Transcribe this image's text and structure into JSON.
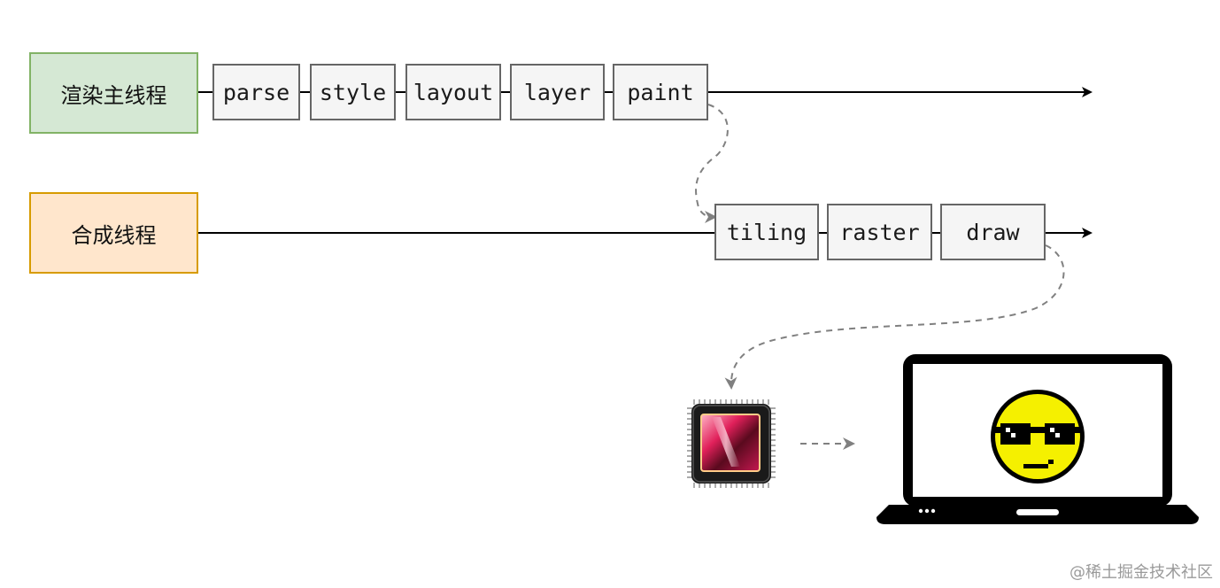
{
  "threads": {
    "main": "渲染主线程",
    "compositor": "合成线程"
  },
  "main_steps": [
    "parse",
    "style",
    "layout",
    "layer",
    "paint"
  ],
  "compositor_steps": [
    "tiling",
    "raster",
    "draw"
  ],
  "icons": {
    "gpu": "gpu-chip-icon",
    "screen": "laptop-smiley-icon"
  },
  "colors": {
    "main_fill": "#d5e8d4",
    "main_border": "#82b366",
    "compositor_fill": "#ffe6cc",
    "compositor_border": "#d79b00",
    "step_fill": "#f5f5f5",
    "step_border": "#666666",
    "dashed_arrow": "#808080"
  },
  "watermark": "@稀土掘金技术社区"
}
